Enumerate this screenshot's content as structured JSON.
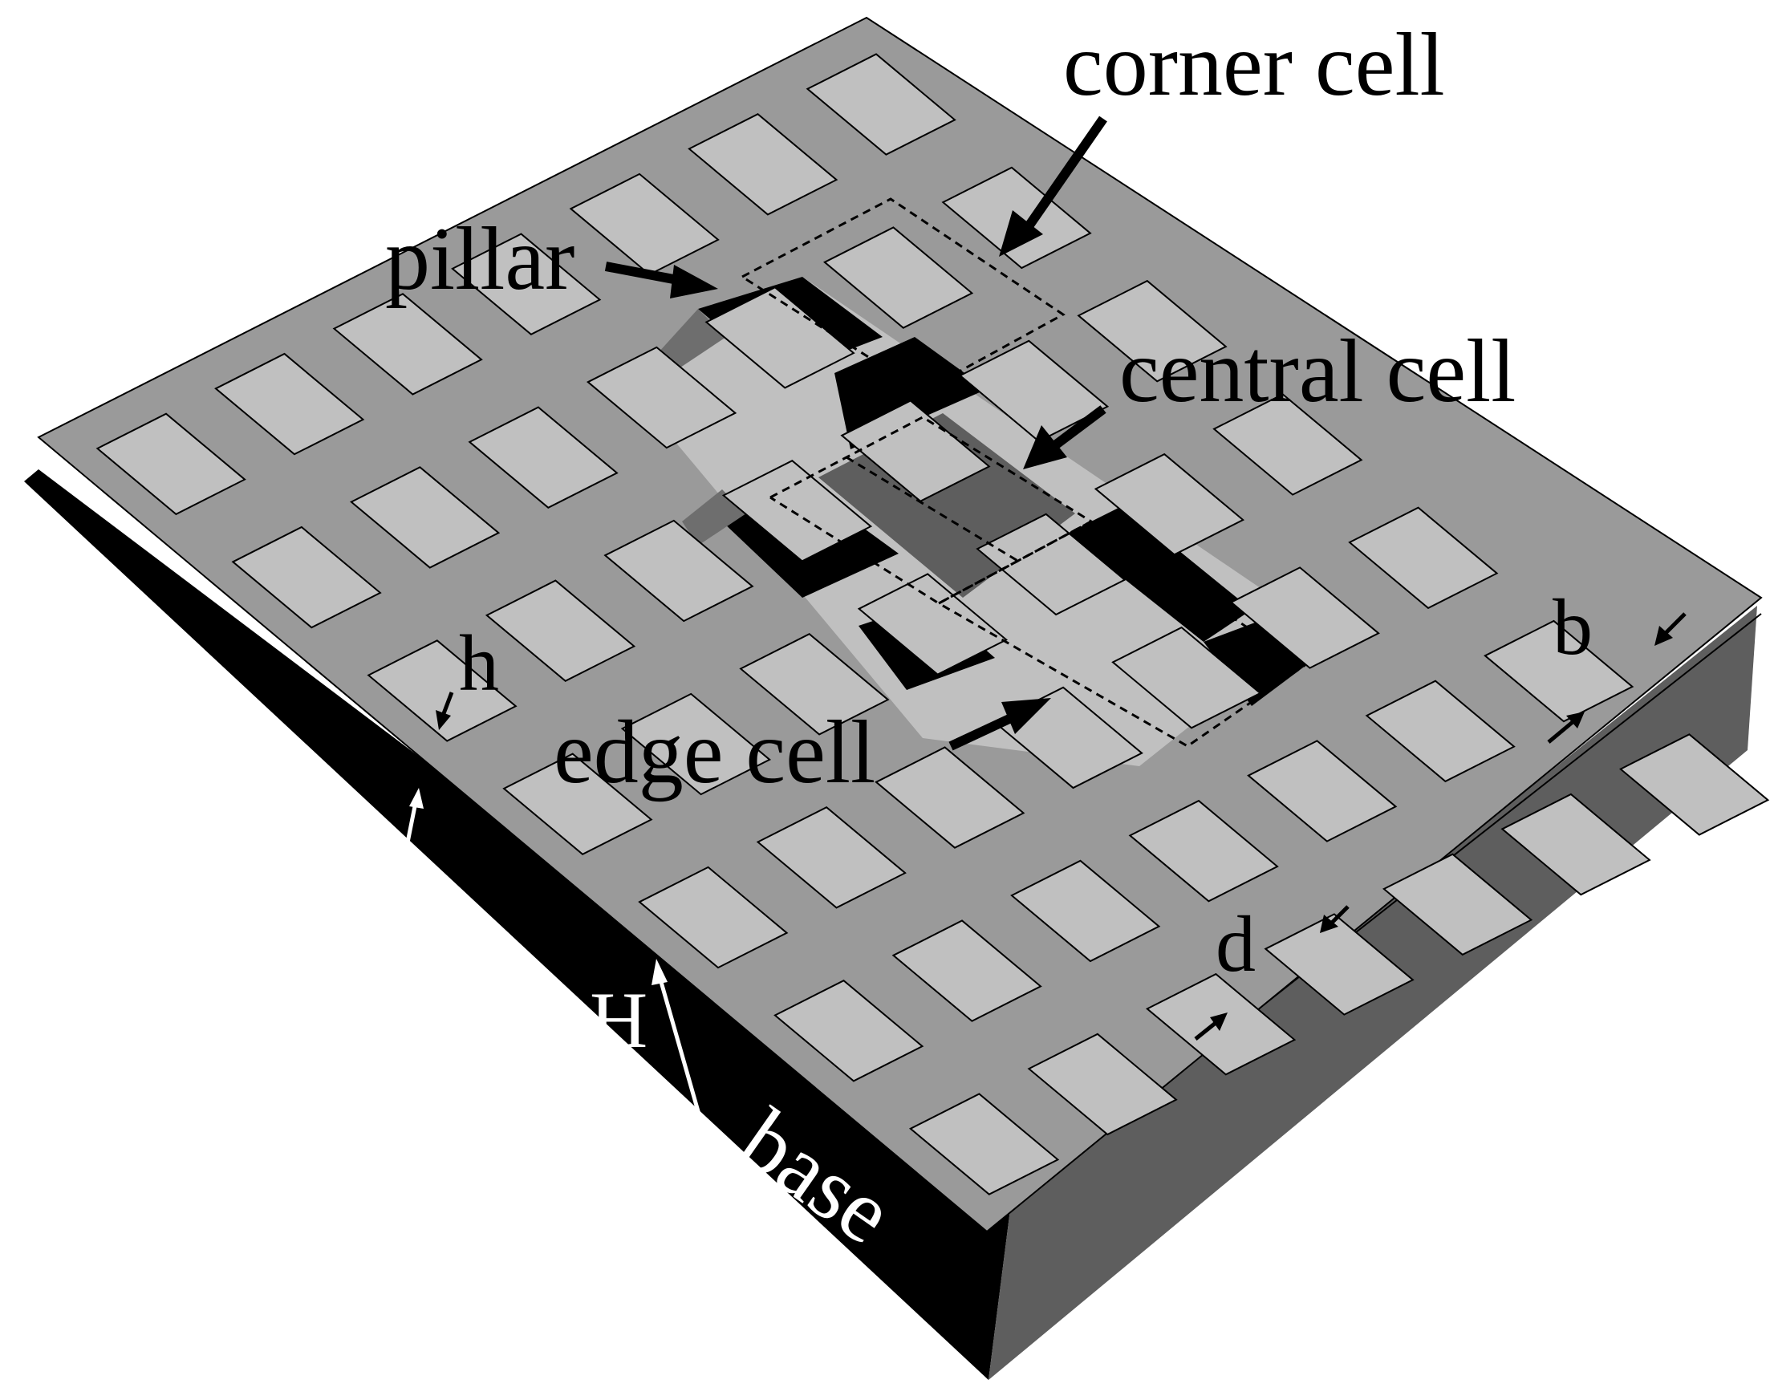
{
  "labels": {
    "corner_cell": "corner cell",
    "pillar": "pillar",
    "central_cell": "central cell",
    "edge_cell": "edge cell",
    "h": "h",
    "b": "b",
    "d": "d",
    "H": "H",
    "base": "base"
  },
  "colors": {
    "top_surface": "#9a9a9a",
    "pillar_top": "#c0c0c0",
    "cavity_floor": "#c0c0c0",
    "central_cell_floor": "#5e5e5e",
    "front_face": "#000000",
    "right_face": "#5e5e5e",
    "cavity_shadow": "#000000",
    "outline": "#000000",
    "background": "#ffffff"
  },
  "structure": {
    "grid": "7x7",
    "exposed_cells": [
      "central cell",
      "edge cell",
      "corner cell"
    ]
  }
}
